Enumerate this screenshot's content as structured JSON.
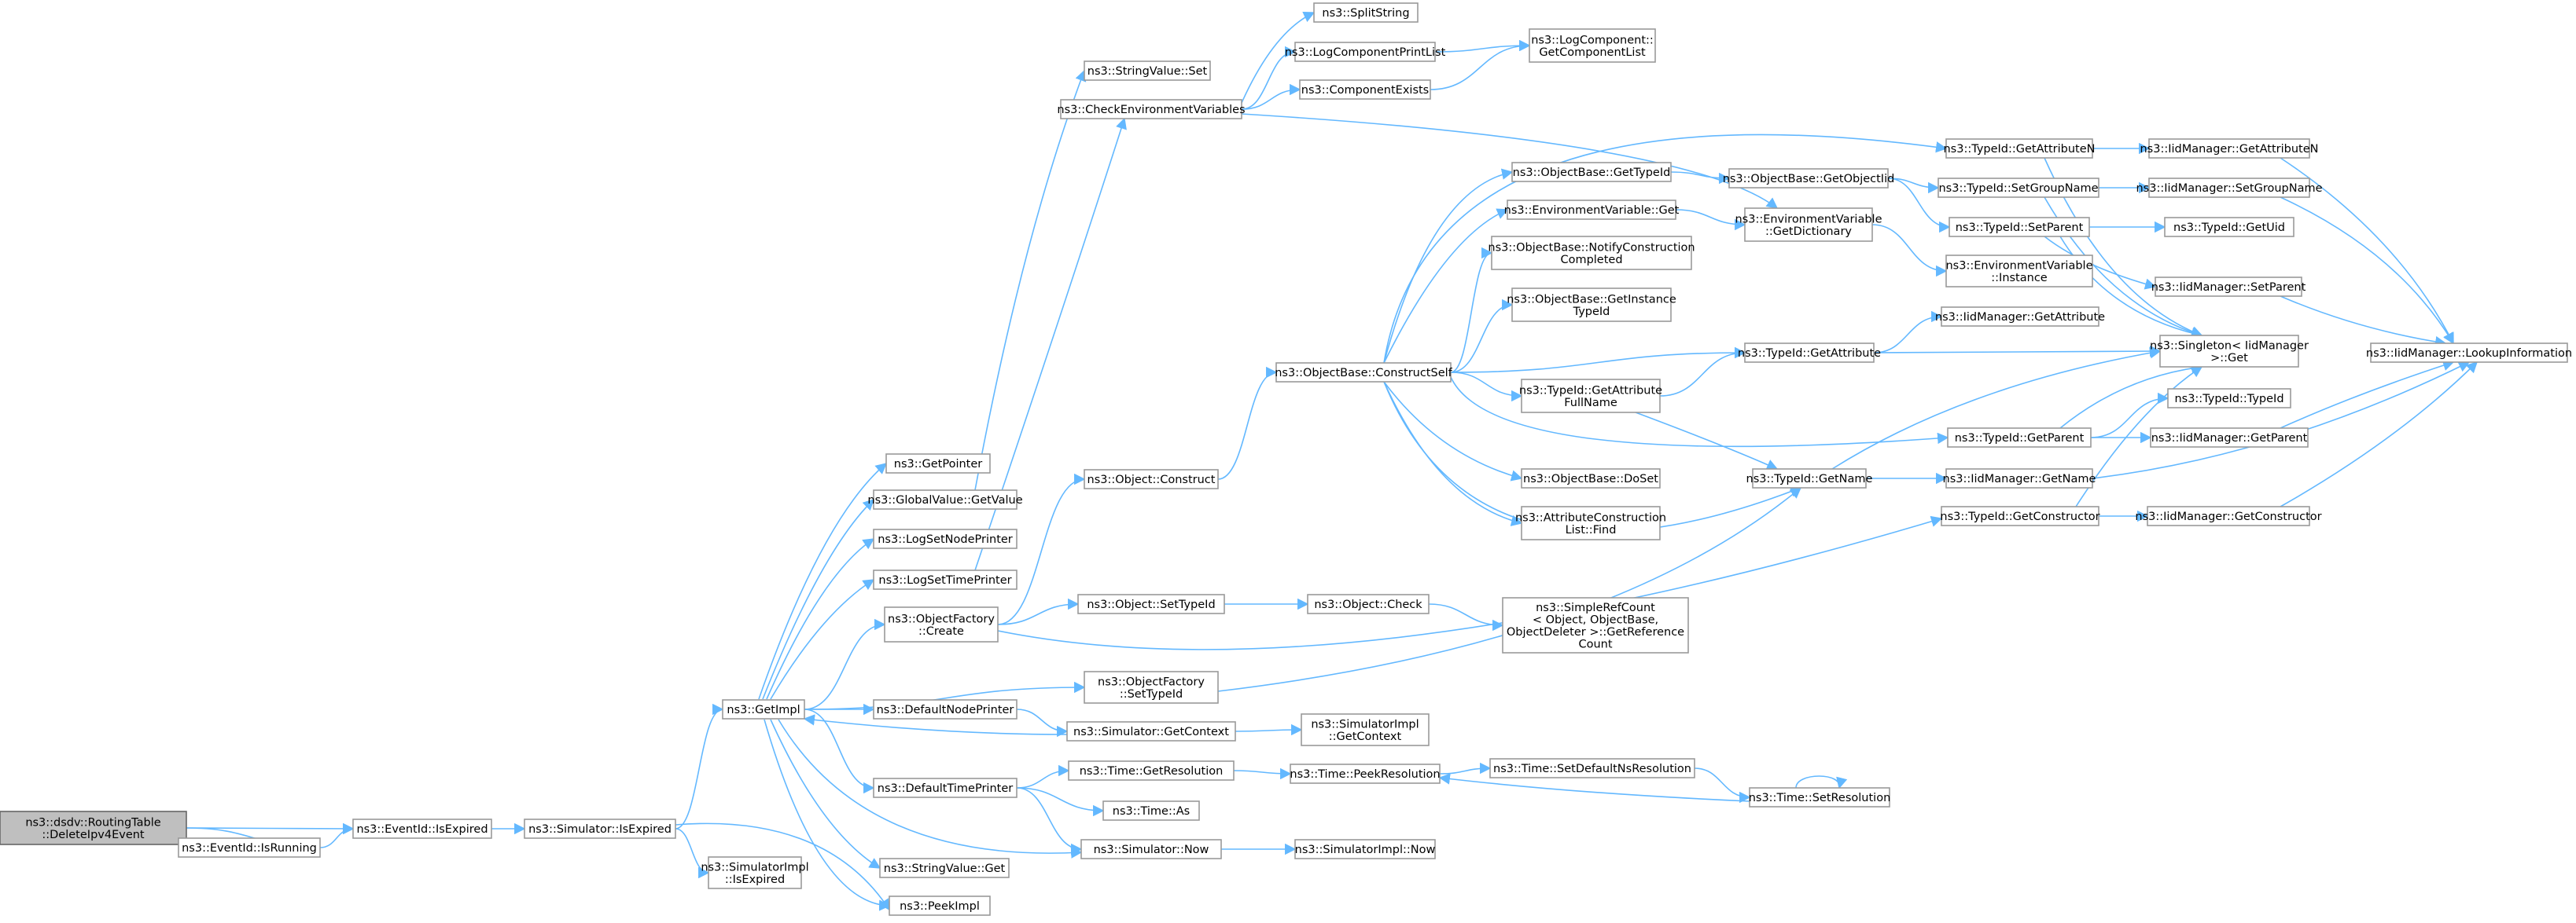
{
  "title": "",
  "edge_color": "#63b8ff",
  "node_border_color": "#999999",
  "root_fill_color": "#bfbfbf",
  "nodes": [
    {
      "id": "root",
      "lines": [
        "ns3::dsdv::RoutingTable",
        "::DeleteIpv4Event"
      ],
      "root": true
    },
    {
      "id": "isrunning",
      "lines": [
        "ns3::EventId::IsRunning"
      ]
    },
    {
      "id": "evexpired",
      "lines": [
        "ns3::EventId::IsExpired"
      ]
    },
    {
      "id": "simexpired",
      "lines": [
        "ns3::Simulator::IsExpired"
      ]
    },
    {
      "id": "getimpl",
      "lines": [
        "ns3::GetImpl"
      ]
    },
    {
      "id": "implexpired",
      "lines": [
        "ns3::SimulatorImpl",
        "::IsExpired"
      ]
    },
    {
      "id": "peekimpl",
      "lines": [
        "ns3::PeekImpl"
      ]
    },
    {
      "id": "getpointer",
      "lines": [
        "ns3::GetPointer"
      ]
    },
    {
      "id": "gvgetvalue",
      "lines": [
        "ns3::GlobalValue::GetValue"
      ]
    },
    {
      "id": "lognode",
      "lines": [
        "ns3::LogSetNodePrinter"
      ]
    },
    {
      "id": "logtime",
      "lines": [
        "ns3::LogSetTimePrinter"
      ]
    },
    {
      "id": "ofcreate",
      "lines": [
        "ns3::ObjectFactory",
        "::Create"
      ]
    },
    {
      "id": "defnode",
      "lines": [
        "ns3::DefaultNodePrinter"
      ]
    },
    {
      "id": "deftime",
      "lines": [
        "ns3::DefaultTimePrinter"
      ]
    },
    {
      "id": "svget",
      "lines": [
        "ns3::StringValue::Get"
      ]
    },
    {
      "id": "svset",
      "lines": [
        "ns3::StringValue::Set"
      ]
    },
    {
      "id": "checkenv",
      "lines": [
        "ns3::CheckEnvironmentVariables"
      ]
    },
    {
      "id": "split",
      "lines": [
        "ns3::SplitString"
      ]
    },
    {
      "id": "lcprint",
      "lines": [
        "ns3::LogComponentPrintList"
      ]
    },
    {
      "id": "compexists",
      "lines": [
        "ns3::ComponentExists"
      ]
    },
    {
      "id": "getcomplist",
      "lines": [
        "ns3::LogComponent::",
        "GetComponentList"
      ]
    },
    {
      "id": "objconstruct",
      "lines": [
        "ns3::Object::Construct"
      ]
    },
    {
      "id": "objsettypeid",
      "lines": [
        "ns3::Object::SetTypeId"
      ]
    },
    {
      "id": "objcheck",
      "lines": [
        "ns3::Object::Check"
      ]
    },
    {
      "id": "simplerefcount",
      "lines": [
        "ns3::SimpleRefCount",
        "< Object, ObjectBase,",
        "ObjectDeleter >::GetReference",
        "Count"
      ]
    },
    {
      "id": "ofsettypeid",
      "lines": [
        "ns3::ObjectFactory",
        "::SetTypeId"
      ]
    },
    {
      "id": "simgetctx",
      "lines": [
        "ns3::Simulator::GetContext"
      ]
    },
    {
      "id": "implgetctx",
      "lines": [
        "ns3::SimulatorImpl",
        "::GetContext"
      ]
    },
    {
      "id": "timegetres",
      "lines": [
        "ns3::Time::GetResolution"
      ]
    },
    {
      "id": "timeas",
      "lines": [
        "ns3::Time::As"
      ]
    },
    {
      "id": "simnow",
      "lines": [
        "ns3::Simulator::Now"
      ]
    },
    {
      "id": "implnow",
      "lines": [
        "ns3::SimulatorImpl::Now"
      ]
    },
    {
      "id": "peekres",
      "lines": [
        "ns3::Time::PeekResolution"
      ]
    },
    {
      "id": "setdefns",
      "lines": [
        "ns3::Time::SetDefaultNsResolution"
      ]
    },
    {
      "id": "setres",
      "lines": [
        "ns3::Time::SetResolution"
      ]
    },
    {
      "id": "constructself",
      "lines": [
        "ns3::ObjectBase::ConstructSelf"
      ]
    },
    {
      "id": "obgettypeid",
      "lines": [
        "ns3::ObjectBase::GetTypeId"
      ]
    },
    {
      "id": "envget",
      "lines": [
        "ns3::EnvironmentVariable::Get"
      ]
    },
    {
      "id": "notifyconst",
      "lines": [
        "ns3::ObjectBase::NotifyConstruction",
        "Completed"
      ]
    },
    {
      "id": "getinstance",
      "lines": [
        "ns3::ObjectBase::GetInstance",
        "TypeId"
      ]
    },
    {
      "id": "tidattrfull",
      "lines": [
        "ns3::TypeId::GetAttribute",
        "FullName"
      ]
    },
    {
      "id": "doset",
      "lines": [
        "ns3::ObjectBase::DoSet"
      ]
    },
    {
      "id": "attrfind",
      "lines": [
        "ns3::AttributeConstruction",
        "List::Find"
      ]
    },
    {
      "id": "getobjectiid",
      "lines": [
        "ns3::ObjectBase::GetObjectIid"
      ]
    },
    {
      "id": "envdict",
      "lines": [
        "ns3::EnvironmentVariable",
        "::GetDictionary"
      ]
    },
    {
      "id": "tidgetattr",
      "lines": [
        "ns3::TypeId::GetAttribute"
      ]
    },
    {
      "id": "tidgetname",
      "lines": [
        "ns3::TypeId::GetName"
      ]
    },
    {
      "id": "tidgetattrn",
      "lines": [
        "ns3::TypeId::GetAttributeN"
      ]
    },
    {
      "id": "tidsetgroup",
      "lines": [
        "ns3::TypeId::SetGroupName"
      ]
    },
    {
      "id": "tidsetparent",
      "lines": [
        "ns3::TypeId::SetParent"
      ]
    },
    {
      "id": "envinstance",
      "lines": [
        "ns3::EnvironmentVariable",
        "::Instance"
      ]
    },
    {
      "id": "iidgetattr",
      "lines": [
        "ns3::IidManager::GetAttribute"
      ]
    },
    {
      "id": "tidgetparent",
      "lines": [
        "ns3::TypeId::GetParent"
      ]
    },
    {
      "id": "tidgetctor",
      "lines": [
        "ns3::TypeId::GetConstructor"
      ]
    },
    {
      "id": "iidgetattrn",
      "lines": [
        "ns3::IidManager::GetAttributeN"
      ]
    },
    {
      "id": "iidsetgroup",
      "lines": [
        "ns3::IidManager::SetGroupName"
      ]
    },
    {
      "id": "tidgetuid",
      "lines": [
        "ns3::TypeId::GetUid"
      ]
    },
    {
      "id": "iidsetparent",
      "lines": [
        "ns3::IidManager::SetParent"
      ]
    },
    {
      "id": "singleton",
      "lines": [
        "ns3::Singleton< IidManager",
        ">::Get"
      ]
    },
    {
      "id": "tidtypeid",
      "lines": [
        "ns3::TypeId::TypeId"
      ]
    },
    {
      "id": "iidgetparent",
      "lines": [
        "ns3::IidManager::GetParent"
      ]
    },
    {
      "id": "iidgetname",
      "lines": [
        "ns3::IidManager::GetName"
      ]
    },
    {
      "id": "iidgetctor",
      "lines": [
        "ns3::IidManager::GetConstructor"
      ]
    },
    {
      "id": "lookup",
      "lines": [
        "ns3::IidManager::LookupInformation"
      ]
    }
  ],
  "edges": [
    [
      "root",
      "isrunning"
    ],
    [
      "root",
      "evexpired"
    ],
    [
      "isrunning",
      "evexpired"
    ],
    [
      "evexpired",
      "simexpired"
    ],
    [
      "simexpired",
      "getimpl"
    ],
    [
      "simexpired",
      "implexpired"
    ],
    [
      "simexpired",
      "peekimpl"
    ],
    [
      "getimpl",
      "getpointer"
    ],
    [
      "getimpl",
      "gvgetvalue"
    ],
    [
      "getimpl",
      "lognode"
    ],
    [
      "getimpl",
      "logtime"
    ],
    [
      "getimpl",
      "ofcreate"
    ],
    [
      "getimpl",
      "ofsettypeid"
    ],
    [
      "getimpl",
      "defnode"
    ],
    [
      "getimpl",
      "deftime"
    ],
    [
      "getimpl",
      "svget"
    ],
    [
      "getimpl",
      "peekimpl"
    ],
    [
      "getimpl",
      "simnow"
    ],
    [
      "gvgetvalue",
      "svset"
    ],
    [
      "logtime",
      "checkenv"
    ],
    [
      "checkenv",
      "split"
    ],
    [
      "checkenv",
      "lcprint"
    ],
    [
      "checkenv",
      "compexists"
    ],
    [
      "checkenv",
      "envdict"
    ],
    [
      "lcprint",
      "getcomplist"
    ],
    [
      "compexists",
      "getcomplist"
    ],
    [
      "ofcreate",
      "objconstruct"
    ],
    [
      "ofcreate",
      "objsettypeid"
    ],
    [
      "ofcreate",
      "tidgetctor"
    ],
    [
      "objconstruct",
      "constructself"
    ],
    [
      "objsettypeid",
      "objcheck"
    ],
    [
      "objcheck",
      "simplerefcount"
    ],
    [
      "ofsettypeid",
      "tidgetname"
    ],
    [
      "defnode",
      "simgetctx"
    ],
    [
      "simgetctx",
      "getimpl"
    ],
    [
      "simgetctx",
      "implgetctx"
    ],
    [
      "deftime",
      "timegetres"
    ],
    [
      "deftime",
      "timeas"
    ],
    [
      "deftime",
      "simnow"
    ],
    [
      "simnow",
      "implnow"
    ],
    [
      "timegetres",
      "peekres"
    ],
    [
      "peekres",
      "setdefns"
    ],
    [
      "setdefns",
      "setres"
    ],
    [
      "setres",
      "peekres"
    ],
    [
      "setres",
      "setres"
    ],
    [
      "constructself",
      "obgettypeid"
    ],
    [
      "constructself",
      "envget"
    ],
    [
      "constructself",
      "notifyconst"
    ],
    [
      "constructself",
      "getinstance"
    ],
    [
      "constructself",
      "tidattrfull"
    ],
    [
      "constructself",
      "doset"
    ],
    [
      "constructself",
      "attrfind"
    ],
    [
      "constructself",
      "tidgetattr"
    ],
    [
      "constructself",
      "tidgetname"
    ],
    [
      "constructself",
      "tidgetattrn"
    ],
    [
      "constructself",
      "tidgetparent"
    ],
    [
      "obgettypeid",
      "getobjectiid"
    ],
    [
      "envget",
      "envdict"
    ],
    [
      "envdict",
      "envinstance"
    ],
    [
      "getobjectiid",
      "tidsetgroup"
    ],
    [
      "getobjectiid",
      "tidsetparent"
    ],
    [
      "tidattrfull",
      "tidgetattr"
    ],
    [
      "tidattrfull",
      "tidgetname"
    ],
    [
      "tidgetattr",
      "iidgetattr"
    ],
    [
      "tidgetattr",
      "singleton"
    ],
    [
      "tidgetname",
      "singleton"
    ],
    [
      "tidgetname",
      "iidgetname"
    ],
    [
      "tidgetattrn",
      "iidgetattrn"
    ],
    [
      "tidgetattrn",
      "singleton"
    ],
    [
      "tidsetgroup",
      "iidsetgroup"
    ],
    [
      "tidsetgroup",
      "singleton"
    ],
    [
      "tidsetparent",
      "tidgetuid"
    ],
    [
      "tidsetparent",
      "iidsetparent"
    ],
    [
      "tidsetparent",
      "singleton"
    ],
    [
      "tidgetparent",
      "singleton"
    ],
    [
      "tidgetparent",
      "tidtypeid"
    ],
    [
      "tidgetparent",
      "iidgetparent"
    ],
    [
      "tidgetctor",
      "singleton"
    ],
    [
      "tidgetctor",
      "iidgetctor"
    ],
    [
      "iidgetattrn",
      "lookup"
    ],
    [
      "iidsetgroup",
      "lookup"
    ],
    [
      "iidsetparent",
      "lookup"
    ],
    [
      "iidgetparent",
      "lookup"
    ],
    [
      "iidgetname",
      "lookup"
    ],
    [
      "iidgetctor",
      "lookup"
    ]
  ]
}
